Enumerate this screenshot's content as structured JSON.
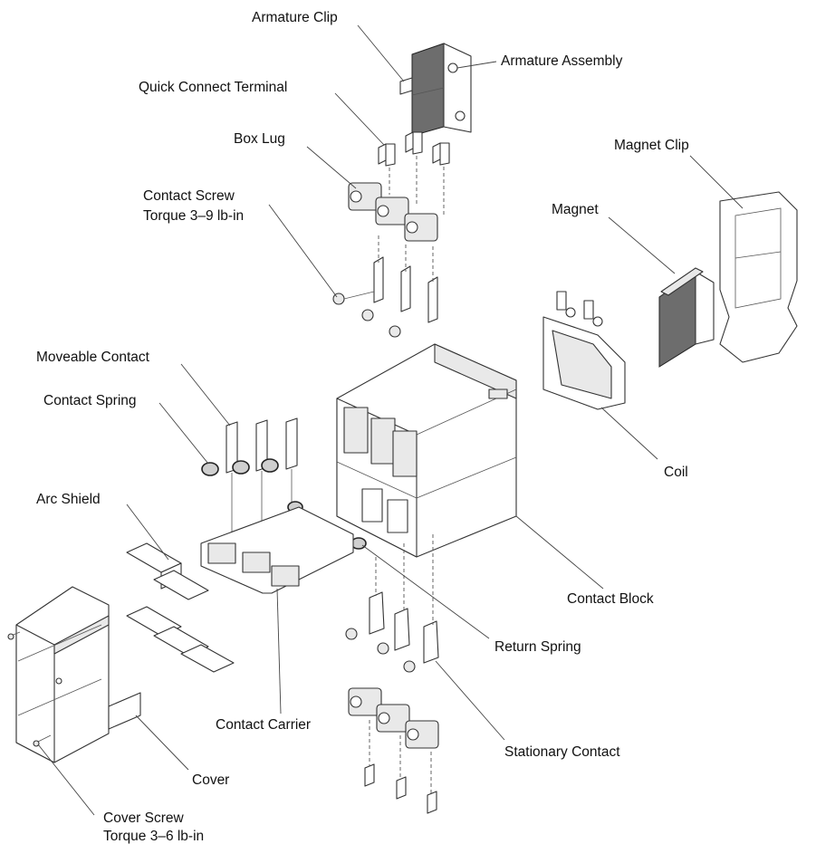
{
  "labels": {
    "armature_clip": "Armature Clip",
    "armature_assembly": "Armature Assembly",
    "quick_connect_terminal": "Quick Connect Terminal",
    "box_lug": "Box Lug",
    "magnet_clip": "Magnet Clip",
    "contact_screw_line1": "Contact Screw",
    "contact_screw_line2": "Torque 3–9 lb-in",
    "magnet": "Magnet",
    "moveable_contact": "Moveable Contact",
    "contact_spring": "Contact Spring",
    "coil": "Coil",
    "arc_shield": "Arc Shield",
    "contact_block": "Contact Block",
    "return_spring": "Return Spring",
    "contact_carrier": "Contact Carrier",
    "stationary_contact": "Stationary Contact",
    "cover": "Cover",
    "cover_screw_line1": "Cover Screw",
    "cover_screw_line2": "Torque 3–6 lb-in"
  }
}
